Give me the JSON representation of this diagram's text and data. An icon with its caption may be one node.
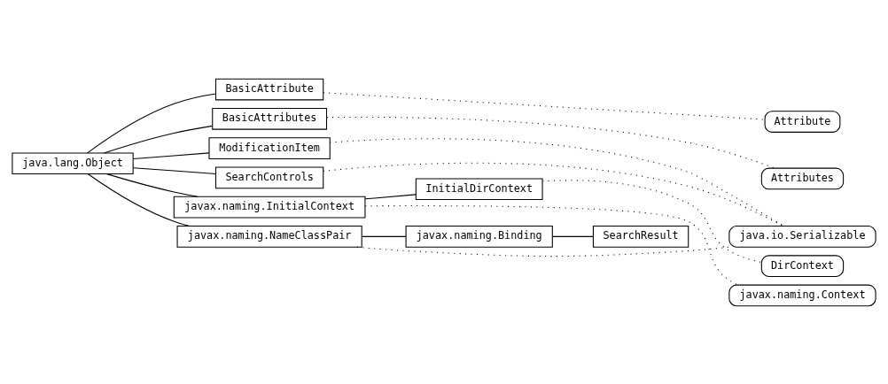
{
  "diagram": {
    "nodes": [
      {
        "text": [
          "java.lang.Object"
        ]
      },
      {
        "text": [
          "BasicAttribute"
        ]
      },
      {
        "text": [
          "BasicAttributes"
        ]
      },
      {
        "text": [
          "ModificationItem"
        ]
      },
      {
        "text": [
          "SearchControls"
        ]
      },
      {
        "text": [
          "javax.naming.InitialContext"
        ]
      },
      {
        "text": [
          "InitialDirContext"
        ]
      },
      {
        "text": [
          "javax.naming.NameClassPair"
        ]
      },
      {
        "text": [
          "javax.naming.Binding"
        ]
      },
      {
        "text": [
          "SearchResult"
        ]
      },
      {
        "text": [
          "Attribute"
        ]
      },
      {
        "text": [
          "Attributes"
        ]
      },
      {
        "text": [
          "java.io.Serializable"
        ]
      },
      {
        "text": [
          "DirContext"
        ]
      },
      {
        "text": [
          "javax.naming.Context"
        ]
      }
    ],
    "edges": [
      {
        "from": 0,
        "to": 1,
        "arrow": "none"
      },
      {
        "from": 0,
        "to": 2,
        "arrow": "none"
      },
      {
        "from": 0,
        "to": 3,
        "arrow": "none"
      },
      {
        "from": 0,
        "to": 4,
        "arrow": "none"
      },
      {
        "from": 0,
        "to": 5,
        "arrow": "none"
      },
      {
        "from": 5,
        "to": 6,
        "arrow": "none"
      },
      {
        "from": 0,
        "to": 7,
        "arrow": "none"
      },
      {
        "from": 7,
        "to": 8,
        "arrow": "none"
      },
      {
        "from": 8,
        "to": 9,
        "arrow": "none"
      },
      {
        "from": 1,
        "to": 10,
        "arrow": "none",
        "style": "dashed"
      },
      {
        "from": 2,
        "to": 11,
        "arrow": "none",
        "style": "dashed"
      },
      {
        "from": 3,
        "to": 12,
        "arrow": "none",
        "style": "dashed"
      },
      {
        "from": 4,
        "to": 12,
        "arrow": "none",
        "style": "dashed"
      },
      {
        "from": 5,
        "to": 14,
        "arrow": "none",
        "style": "dashed"
      },
      {
        "from": 6,
        "to": 13,
        "arrow": "none",
        "style": "dashed"
      },
      {
        "from": 7,
        "to": 12,
        "arrow": "none",
        "style": "dashed"
      }
    ]
  }
}
